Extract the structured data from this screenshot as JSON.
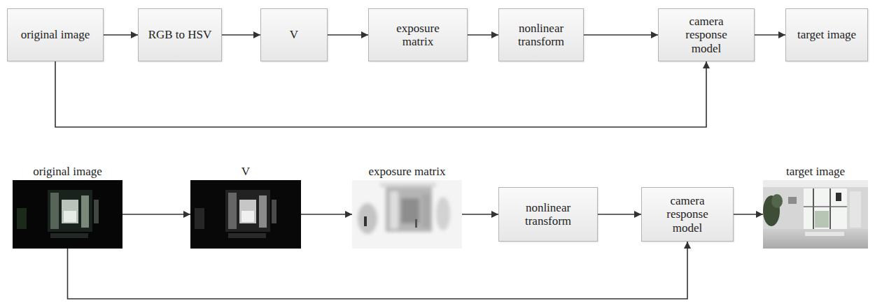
{
  "diagram": {
    "nodes": [
      {
        "text": [
          "original image"
        ]
      },
      {
        "text": [
          "RGB to HSV"
        ]
      },
      {
        "text": [
          "V"
        ]
      },
      {
        "text": [
          "exposure matrix"
        ]
      },
      {
        "text": [
          "nonlinear transform"
        ]
      },
      {
        "text": [
          "camera response model"
        ]
      },
      {
        "text": [
          "target image"
        ]
      },
      {
        "text": [
          "original image"
        ]
      },
      {
        "text": [
          "V"
        ]
      },
      {
        "text": [
          "exposure matrix"
        ]
      },
      {
        "text": [
          "nonlinear transform"
        ]
      },
      {
        "text": [
          "camera response model"
        ]
      },
      {
        "text": [
          "target image"
        ]
      }
    ],
    "edges": [
      {
        "from": 0,
        "to": 1,
        "arrow": "to"
      },
      {
        "from": 1,
        "to": 2,
        "arrow": "to"
      },
      {
        "from": 2,
        "to": 3,
        "arrow": "to"
      },
      {
        "from": 3,
        "to": 4,
        "arrow": "to"
      },
      {
        "from": 4,
        "to": 5,
        "arrow": "to"
      },
      {
        "from": 5,
        "to": 6,
        "arrow": "to"
      },
      {
        "from": 0,
        "to": 5,
        "arrow": "to"
      },
      {
        "from": 7,
        "to": 8,
        "arrow": "to"
      },
      {
        "from": 8,
        "to": 9,
        "arrow": "to"
      },
      {
        "from": 9,
        "to": 10,
        "arrow": "to"
      },
      {
        "from": 10,
        "to": 11,
        "arrow": "to"
      },
      {
        "from": 11,
        "to": 12,
        "arrow": "to"
      },
      {
        "from": 7,
        "to": 11,
        "arrow": "to"
      }
    ]
  }
}
